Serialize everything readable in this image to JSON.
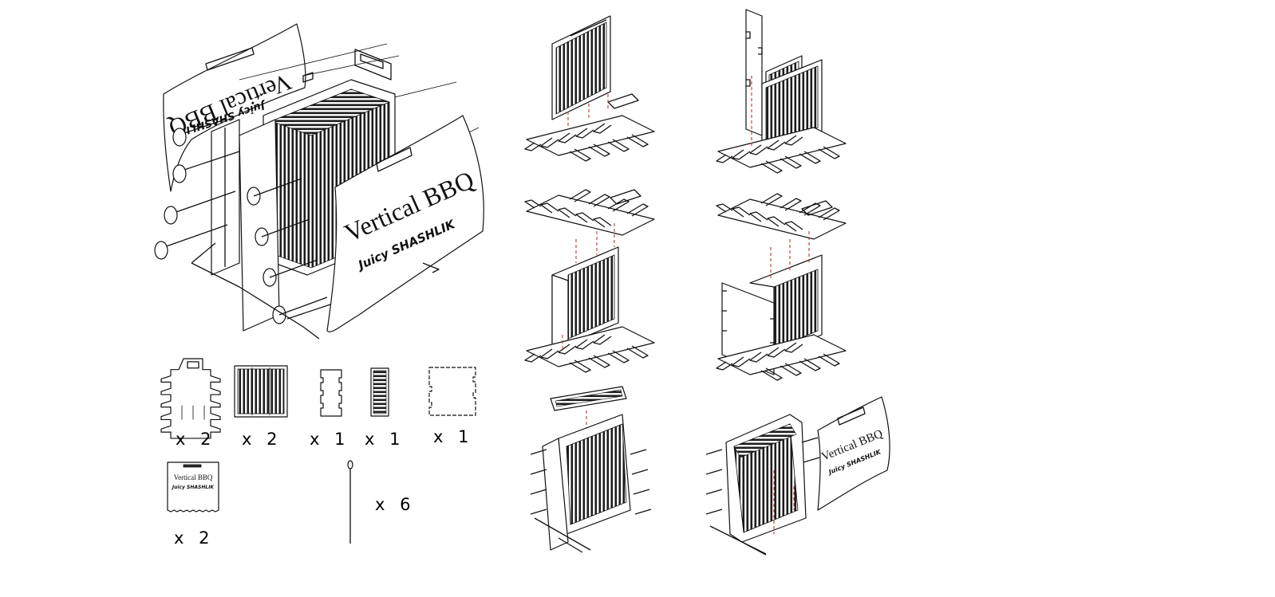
{
  "hero": {
    "back_panel_title": "Vertical BBQ",
    "back_panel_subtitle": "Juicy SHASHLIK",
    "front_panel_title": "Vertical BBQ",
    "front_panel_subtitle": "Juicy SHASHLIK"
  },
  "parts": [
    {
      "id": "skewer-holder",
      "qty": "x 2"
    },
    {
      "id": "grate-panel",
      "qty": "x 2"
    },
    {
      "id": "small-bracket",
      "qty": "x 1"
    },
    {
      "id": "narrow-grate",
      "qty": "x 1"
    },
    {
      "id": "base-plate",
      "qty": "x 1"
    },
    {
      "id": "side-panel",
      "qty": "x 2",
      "panel_title": "Vertical BBQ",
      "panel_subtitle": "Juicy SHASHLIK"
    },
    {
      "id": "skewer",
      "qty": "x 6"
    }
  ],
  "steps": [
    {
      "id": "step-1"
    },
    {
      "id": "step-2"
    },
    {
      "id": "step-3"
    },
    {
      "id": "step-4"
    },
    {
      "id": "step-5"
    },
    {
      "id": "step-6",
      "panel_title": "Vertical BBQ",
      "panel_subtitle": "Juicy SHASHLIK"
    }
  ]
}
